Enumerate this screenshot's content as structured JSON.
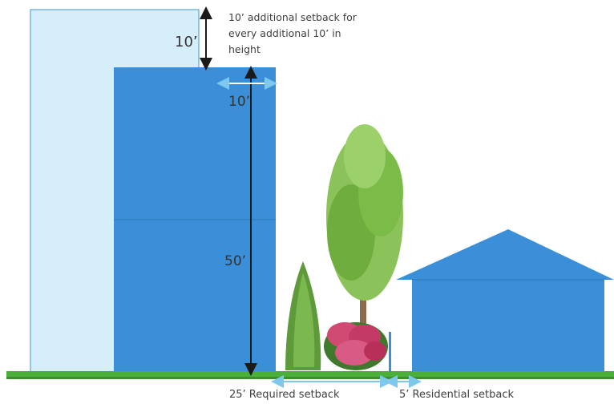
{
  "annotations": {
    "setback_note_line1": "10’ additional setback for",
    "setback_note_line2": "every additional 10’ in",
    "setback_note_line3": "height",
    "dim_upper_step": "10’",
    "dim_horizontal_step": "10’",
    "dim_base_height": "50’",
    "required_setback": "25’ Required setback",
    "residential_setback": "5’ Residential setback"
  },
  "colors": {
    "tower_outline_fill": "#d6eef9",
    "tower_outline_stroke": "#5aa7d6",
    "building_blue": "#3a8fd8",
    "house_blue": "#3b8fd9",
    "ground_green": "#4caf3a",
    "arrow_dark": "#1a1a1a",
    "arrow_light": "#7ec8ee"
  }
}
